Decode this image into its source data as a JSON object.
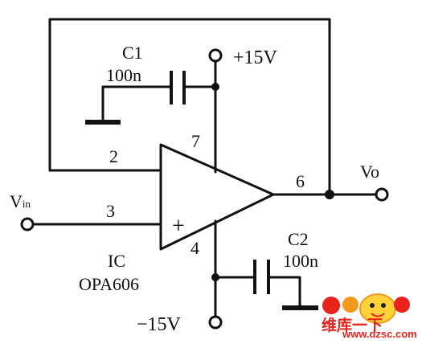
{
  "labels": {
    "c1_name": "C1",
    "c1_value": "100n",
    "vplus": "+15V",
    "pin7": "7",
    "pin2": "2",
    "pin6": "6",
    "vo": "Vo",
    "vin_main": "V",
    "vin_sub": "in",
    "pin3": "3",
    "plus_sign": "+",
    "pin4": "4",
    "c2_name": "C2",
    "c2_value": "100n",
    "ic_name": "IC",
    "ic_part": "OPA606",
    "vminus": "−15V"
  },
  "watermark": {
    "site": "www.dzsc.com",
    "cn_text": "维库一下",
    "colors": {
      "red": "#e8231c",
      "orange": "#f39a1e",
      "yellow": "#ffd23a"
    }
  }
}
